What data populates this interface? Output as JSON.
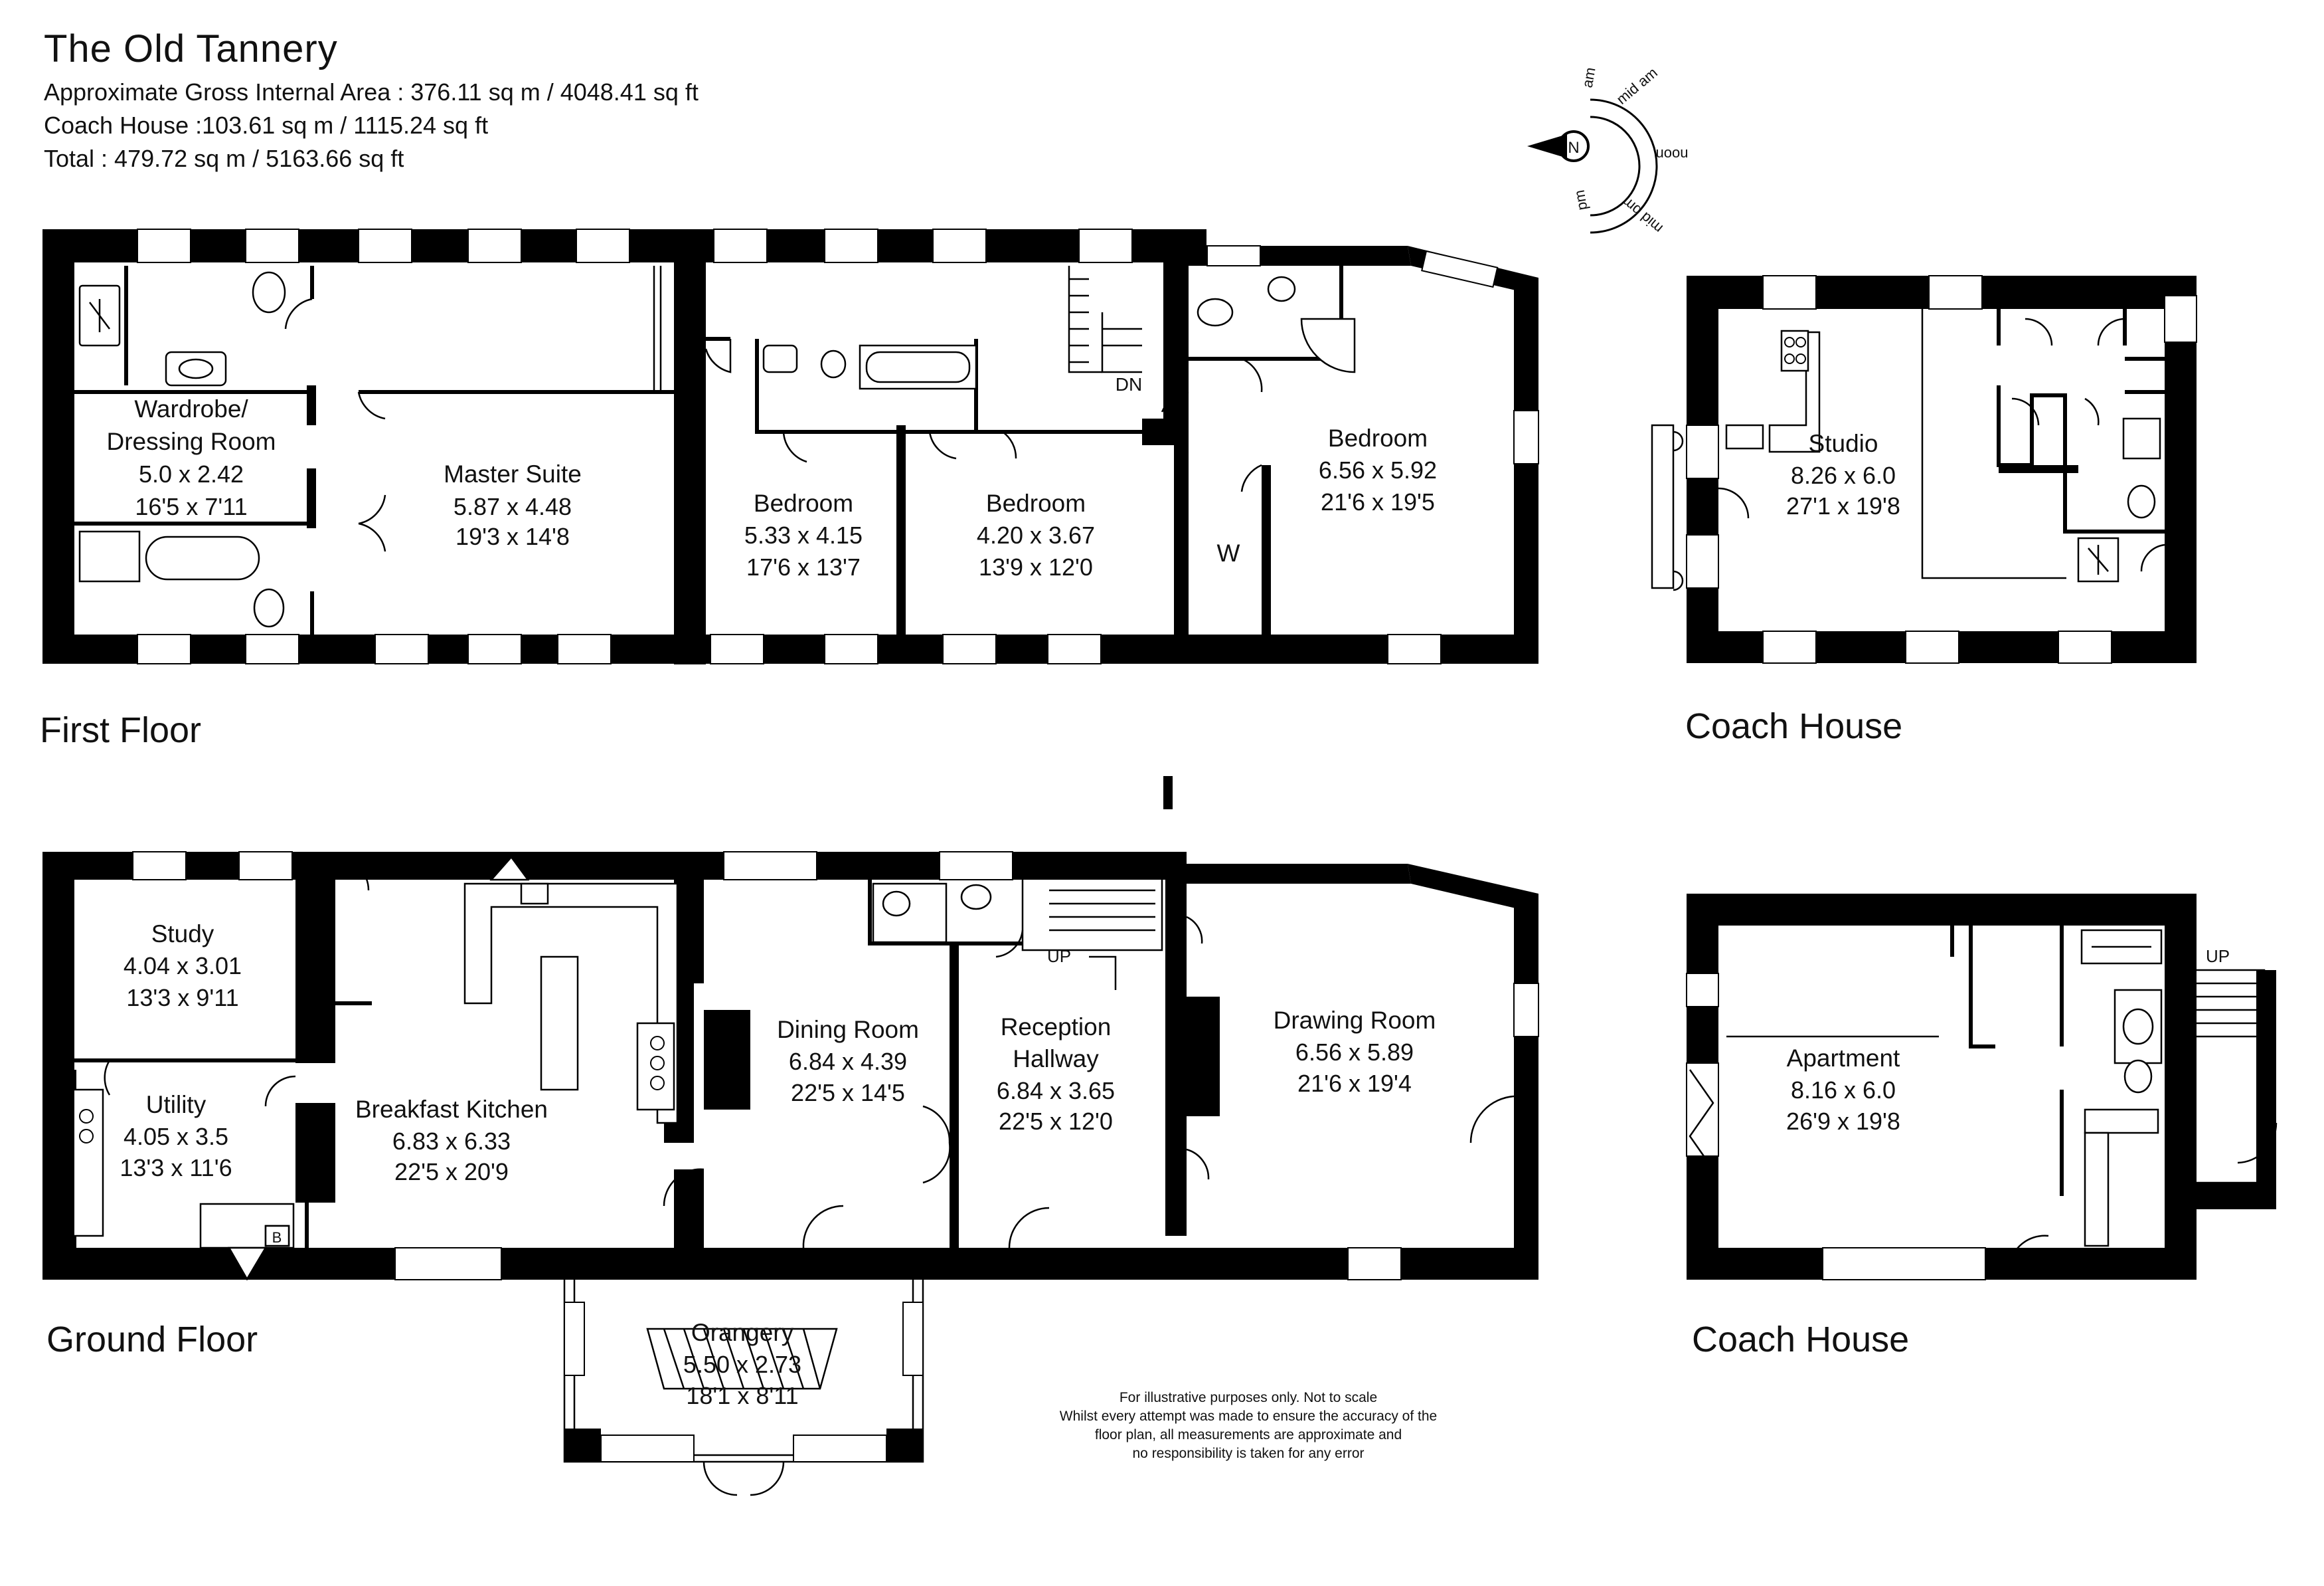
{
  "header": {
    "title": "The Old Tannery",
    "line1": "Approximate Gross Internal Area : 376.11 sq m / 4048.41 sq ft",
    "line2": "Coach House :103.61 sq m / 1115.24 sq ft",
    "line3": "Total : 479.72 sq m / 5163.66 sq ft"
  },
  "compass": {
    "north": "N",
    "am": "am",
    "mid_am": "mid am",
    "noon": "noon",
    "mid_pm": "mid pm",
    "pm": "pm"
  },
  "floors": {
    "first": "First Floor",
    "ground": "Ground Floor",
    "coach_upper": "Coach House",
    "coach_lower": "Coach House"
  },
  "rooms": {
    "wardrobe": {
      "name1": "Wardrobe/",
      "name2": "Dressing Room",
      "metric": "5.0 x 2.42",
      "imperial": "16'5 x 7'11"
    },
    "master": {
      "name": "Master Suite",
      "metric": "5.87 x 4.48",
      "imperial": "19'3 x 14'8"
    },
    "bedroom2": {
      "name": "Bedroom",
      "metric": "5.33 x 4.15",
      "imperial": "17'6 x 13'7"
    },
    "bedroom3": {
      "name": "Bedroom",
      "metric": "4.20 x 3.67",
      "imperial": "13'9 x 12'0"
    },
    "bedroom1": {
      "name": "Bedroom",
      "metric": "6.56 x 5.92",
      "imperial": "21'6 x 19'5"
    },
    "w": {
      "name": "W"
    },
    "dn": {
      "name": "DN"
    },
    "studio": {
      "name": "Studio",
      "metric": "8.26 x 6.0",
      "imperial": "27'1 x 19'8"
    },
    "study": {
      "name": "Study",
      "metric": "4.04 x 3.01",
      "imperial": "13'3 x 9'11"
    },
    "utility": {
      "name": "Utility",
      "metric": "4.05 x 3.5",
      "imperial": "13'3 x 11'6"
    },
    "kitchen": {
      "name": "Breakfast Kitchen",
      "metric": "6.83 x 6.33",
      "imperial": "22'5 x 20'9"
    },
    "dining": {
      "name": "Dining Room",
      "metric": "6.84 x 4.39",
      "imperial": "22'5 x 14'5"
    },
    "reception": {
      "name1": "Reception",
      "name2": "Hallway",
      "metric": "6.84 x 3.65",
      "imperial": "22'5 x 12'0"
    },
    "drawing": {
      "name": "Drawing Room",
      "metric": "6.56 x 5.89",
      "imperial": "21'6 x 19'4"
    },
    "orangery": {
      "name": "Orangery",
      "metric": "5.50 x 2.73",
      "imperial": "18'1 x 8'11"
    },
    "apartment": {
      "name": "Apartment",
      "metric": "8.16 x 6.0",
      "imperial": "26'9 x 19'8"
    },
    "up_ground": {
      "name": "UP"
    },
    "up_coach": {
      "name": "UP"
    },
    "boiler": {
      "name": "B"
    }
  },
  "disclaimer": {
    "line1": "For illustrative purposes only. Not to scale",
    "line2": "Whilst every attempt was made to ensure the accuracy of the",
    "line3": "floor plan, all measurements are approximate and",
    "line4": "no responsibility is taken for any error"
  }
}
